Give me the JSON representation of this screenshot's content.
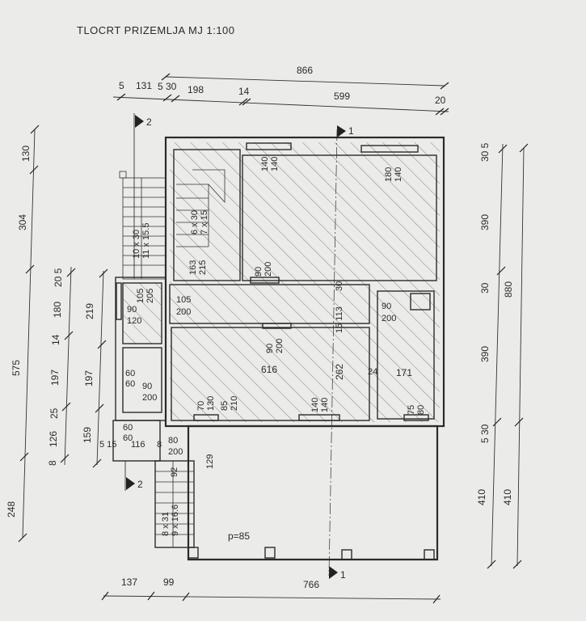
{
  "title": "TLOCRT  PRIZEMLJA  MJ 1:100",
  "dims": {
    "top_overall": "866",
    "top": [
      "5",
      "131",
      "5 30",
      "198",
      "14",
      "599",
      "20"
    ],
    "left_outer": [
      "130",
      "304",
      "575",
      "248"
    ],
    "left_mid": [
      "20 5",
      "180",
      "14",
      "197",
      "25",
      "126",
      "8"
    ],
    "left_inner": [
      "219",
      "197",
      "159"
    ],
    "right_inner": [
      "30 5",
      "390",
      "30",
      "390",
      "5 30",
      "410"
    ],
    "right_outer": [
      "880",
      "410"
    ],
    "bottom": [
      "137",
      "99",
      "766"
    ]
  },
  "sections": {
    "one": "1",
    "two": "2"
  },
  "openings": {
    "win_top_left": [
      "140",
      "140"
    ],
    "win_top_right": [
      "180",
      "140"
    ],
    "stair_inner": [
      "6 x 30",
      "7 x 15"
    ],
    "stair_room": [
      "163",
      "215"
    ],
    "door_top": [
      "90",
      "200"
    ],
    "stair_outer": [
      "10 x 30",
      "11 x 15.5"
    ],
    "door_left_a": [
      "105",
      "205"
    ],
    "win_left_a": [
      "90",
      "120"
    ],
    "door_corridor": [
      "105",
      "200"
    ],
    "door_mid": [
      "90",
      "200"
    ],
    "door_right": [
      "90",
      "200"
    ],
    "win_small_a": [
      "60",
      "60"
    ],
    "door_left_b": [
      "90",
      "200"
    ],
    "win_small_b": [
      "60",
      "60"
    ],
    "door_bottom_a": [
      "80",
      "200"
    ],
    "win_bottom_a": [
      "70",
      "130"
    ],
    "door_bottom_b": [
      "85",
      "210"
    ],
    "win_bottom_b": [
      "140",
      "140"
    ],
    "win_bottom_c": [
      "75",
      "80"
    ],
    "stair_lower": [
      "8 x 31",
      "9 x 16.6"
    ]
  },
  "misc": {
    "d_30": "30",
    "d_15_113": "15 113",
    "d_616": "616",
    "d_262": "262",
    "d_24": "24",
    "d_171": "171",
    "d_116": "116",
    "d_5_15": "5 15",
    "d_8": "8",
    "d_129": "129",
    "d_92": "92",
    "parapet": "p=85"
  }
}
